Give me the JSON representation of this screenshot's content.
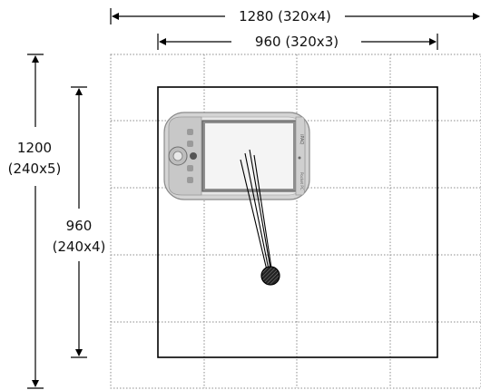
{
  "dimensions": {
    "outer_width": {
      "value": "1280",
      "formula": "(320x4)"
    },
    "inner_width": {
      "value": "960",
      "formula": "(320x3)"
    },
    "outer_height": {
      "value": "1200",
      "formula": "(240x5)"
    },
    "inner_height": {
      "value": "960",
      "formula": "(240x4)"
    }
  },
  "grid": {
    "columns": 4,
    "rows": 5
  },
  "device": {
    "brand": "hp",
    "model": "iPAQ",
    "series": "Pocket PC"
  },
  "colors": {
    "line": "#000000",
    "grid": "#8c8c8c",
    "device_body": "#d4d4d4",
    "device_screen": "#f4f4f4",
    "touch_point": "#111111"
  }
}
